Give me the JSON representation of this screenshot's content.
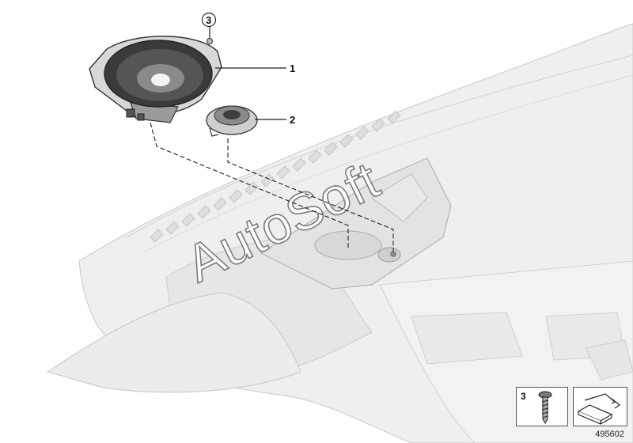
{
  "callouts": {
    "part_1": "1",
    "part_2": "2",
    "part_3": "3"
  },
  "watermark": "AutoSoft",
  "legend": {
    "screw_number": "3"
  },
  "diagram_number": "495602",
  "colors": {
    "dashboard": "#eeeeee",
    "dashboard_outline": "#c8c8c8",
    "line": "#222222"
  }
}
